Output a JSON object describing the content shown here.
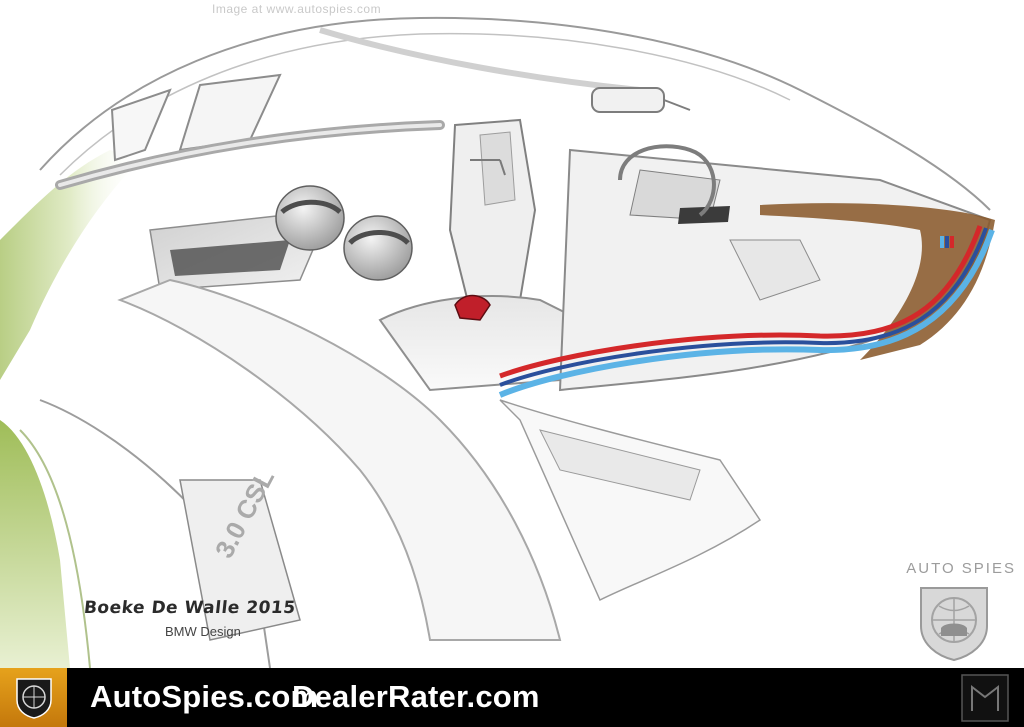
{
  "image": {
    "watermark_top": "Image at www.autospies.com",
    "signature": "Boeke De Walle 2015",
    "credit": "BMW Design",
    "wordmark": "AUTO SPIES"
  },
  "footer": {
    "brand": "AutoSpies.com",
    "partner": "DealerRater.com"
  },
  "colors": {
    "footer_bg": "#000000",
    "badge": "#e0941a",
    "stripe_light_blue": "#5bb3e6",
    "stripe_dark_blue": "#2a4f9c",
    "stripe_red": "#d4282a",
    "trim_brown": "#8a5a2c",
    "accent_green": "#a9c46a"
  }
}
